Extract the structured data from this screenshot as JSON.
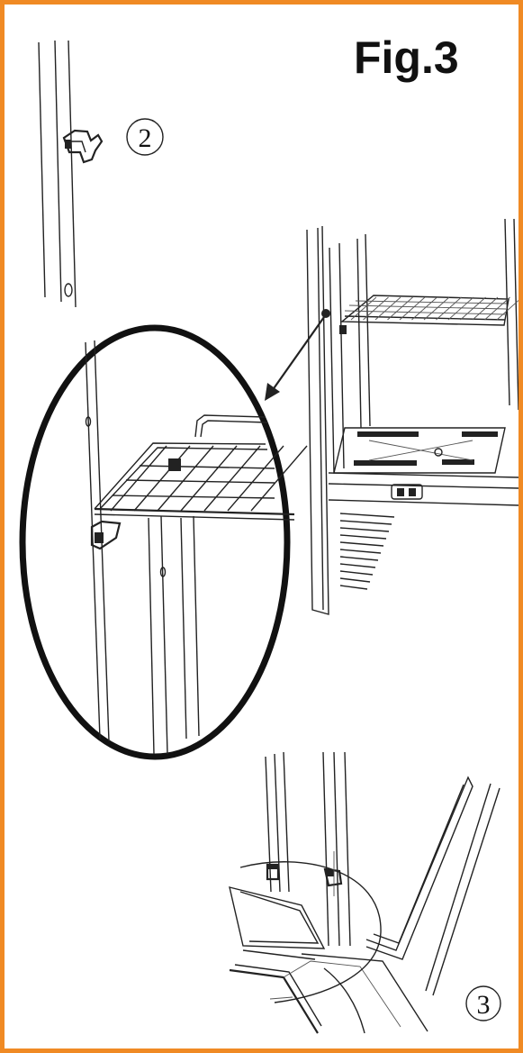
{
  "figure": {
    "title": "Fig.3",
    "labels": {
      "step_two": "2",
      "step_three": "3"
    }
  },
  "colors": {
    "frame_border": "#f08a24",
    "line_art": "#222222",
    "background": "#ffffff"
  },
  "icons": {
    "step_two_marker": "circled-number-2",
    "step_three_marker": "circled-number-3",
    "pointer": "arrow-icon"
  }
}
